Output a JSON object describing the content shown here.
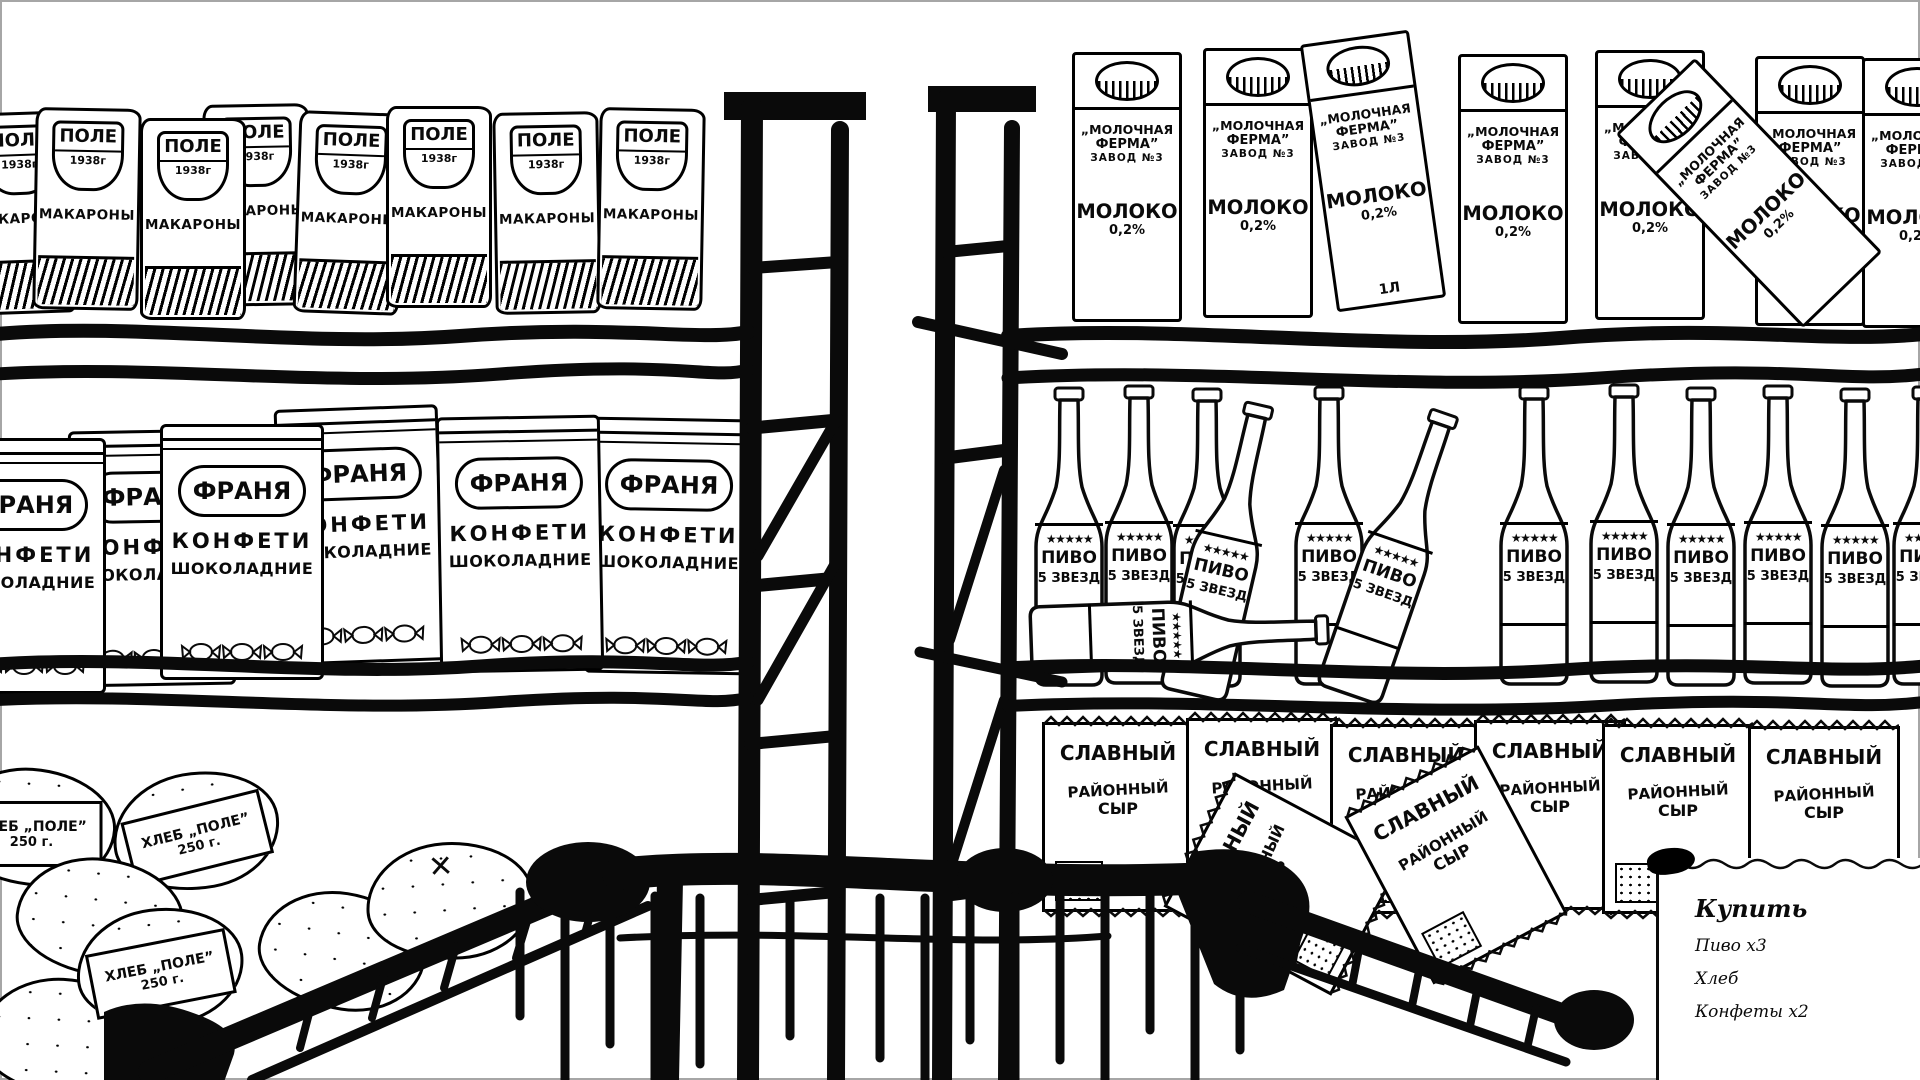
{
  "scene": {
    "description": "Hand-drawn black-and-white supermarket: two shelf racks with groceries, a wire shopping cart in the foreground and a shopping list note",
    "colors": {
      "ink": "#0a0a0a",
      "paper": "#ffffff",
      "frame_border": "#a6a6a6"
    }
  },
  "products": {
    "pasta": {
      "brand": "ПОЛЕ",
      "year": "1938г",
      "name": "МАКАРОНЫ"
    },
    "candy": {
      "brand": "ФРАНЯ",
      "name_line1": "КОНФЕТИ",
      "name_line2": "ШОКОЛАДНИЕ"
    },
    "bread": {
      "name": "ХЛЕБ „ПОЛЕ”",
      "weight": "250 г.",
      "mark": "✕"
    },
    "milk": {
      "brand_line1": "„МОЛОЧНАЯ",
      "brand_line2": "ФЕРМА”",
      "brand_line3": "ЗАВОД №3",
      "name": "МОЛОКО",
      "fat": "0,2%",
      "volume": "1Л"
    },
    "beer": {
      "stars": "★★★★★",
      "name": "ПИВО",
      "variant": "5 ЗВЕЗД"
    },
    "cheese": {
      "brand": "СЛАВНЫЙ",
      "name_line1": "РАЙОННЫЙ",
      "name_line2": "СЫР"
    }
  },
  "shopping_list": {
    "title": "Купить",
    "items": [
      {
        "label": "Пиво x3"
      },
      {
        "label": "Хлеб"
      },
      {
        "label": "Конфеты x2"
      }
    ]
  }
}
